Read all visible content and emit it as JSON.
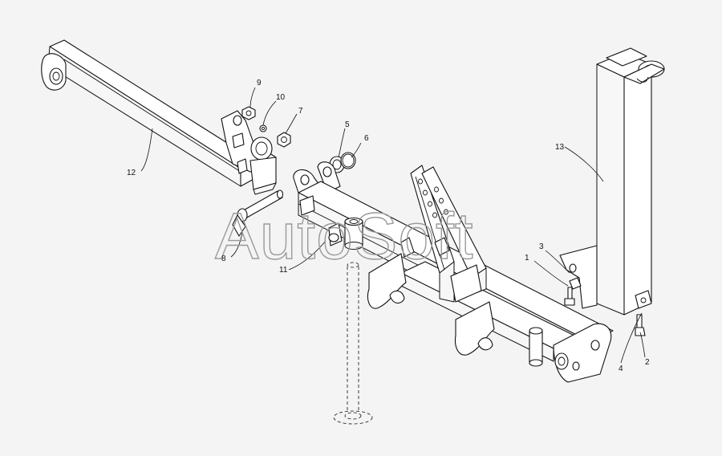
{
  "watermark": "AutoSoft",
  "callouts": [
    {
      "id": "c1",
      "label": "1"
    },
    {
      "id": "c2",
      "label": "2"
    },
    {
      "id": "c3",
      "label": "3"
    },
    {
      "id": "c4",
      "label": "4"
    },
    {
      "id": "c5",
      "label": "5"
    },
    {
      "id": "c6",
      "label": "6"
    },
    {
      "id": "c7",
      "label": "7"
    },
    {
      "id": "c8",
      "label": "8"
    },
    {
      "id": "c9",
      "label": "9"
    },
    {
      "id": "c10",
      "label": "10"
    },
    {
      "id": "c11",
      "label": "11"
    },
    {
      "id": "c12",
      "label": "12"
    },
    {
      "id": "c13",
      "label": "13"
    }
  ]
}
